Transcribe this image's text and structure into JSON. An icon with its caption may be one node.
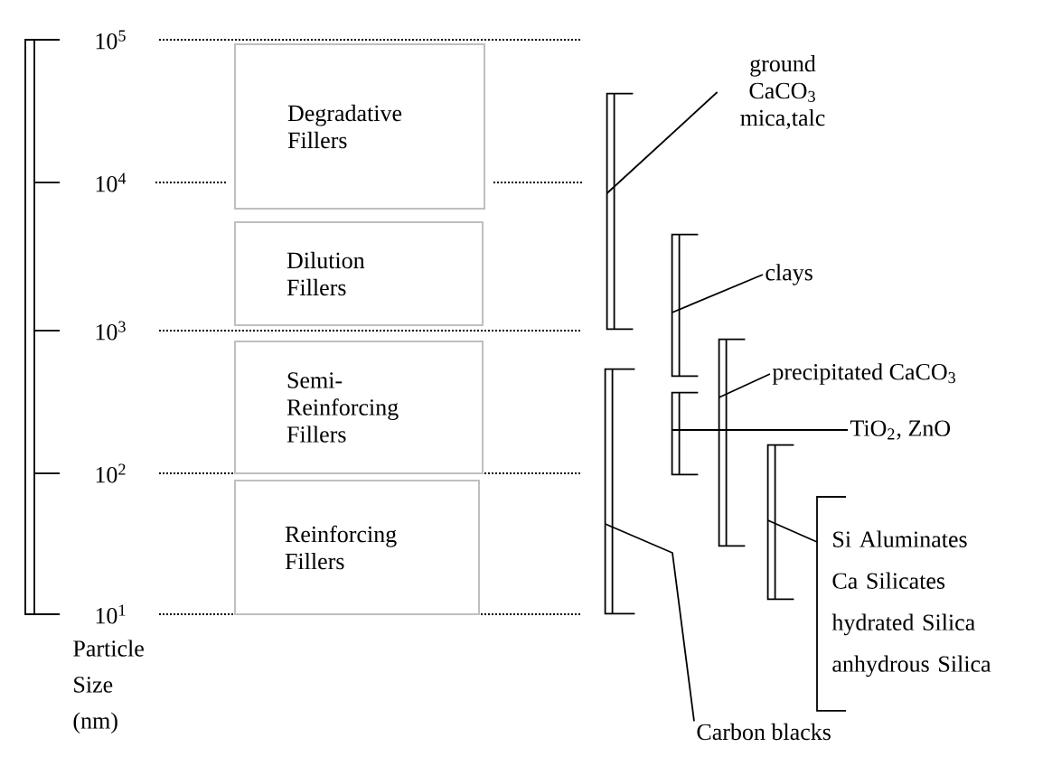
{
  "diagram": {
    "nodes": [
      {
        "text": [
          "Degradative Fillers"
        ]
      },
      {
        "text": [
          "Dilution Fillers"
        ]
      },
      {
        "text": [
          "Semi- Reinforcing Fillers"
        ]
      },
      {
        "text": [
          "Reinforcing Fillers"
        ]
      },
      {
        "text": [
          "ground CaCO$_{3}$ mica,talc"
        ]
      },
      {
        "text": [],
        "shape": "bracket"
      },
      {
        "text": [
          "clays"
        ]
      },
      {
        "text": [],
        "shape": "bracket"
      },
      {
        "text": [
          "precipitated CaCO$_{3}$"
        ]
      },
      {
        "text": [],
        "shape": "bracket"
      },
      {
        "text": [],
        "shape": "bracket"
      },
      {
        "text": [
          "TiO$_{2}$, ZnO"
        ]
      },
      {
        "text": [],
        "shape": "bracket"
      },
      {
        "text": [
          "Si Aluminates",
          "Ca Silicates",
          "hydrated Silica",
          "anhydrous Silica"
        ]
      },
      {
        "text": [],
        "shape": "bracket"
      },
      {
        "text": [
          "Carbon blacks"
        ]
      }
    ],
    "edges": [
      {
        "from": 4,
        "to": 5,
        "arrow": "none"
      },
      {
        "from": 6,
        "to": 7,
        "arrow": "none"
      },
      {
        "from": 8,
        "to": 9,
        "arrow": "none"
      },
      {
        "from": 11,
        "to": 10,
        "arrow": "none"
      },
      {
        "from": 13,
        "to": 12,
        "arrow": "none"
      },
      {
        "from": 15,
        "to": 14,
        "arrow": "none"
      }
    ],
    "labels": [
      "10$^{5}$",
      "10$^{4}$",
      "10$^{3}$",
      "10$^{2}$",
      "10$^{1}$",
      "Particle Size (nm)"
    ]
  }
}
